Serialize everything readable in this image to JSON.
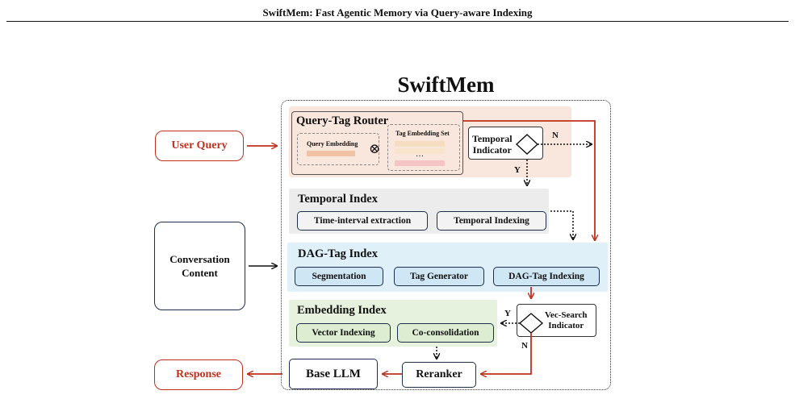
{
  "page_header": "SwiftMem: Fast Agentic Memory via Query-aware Indexing",
  "diagram": {
    "title": "SwiftMem",
    "inputs": {
      "user_query": "User Query",
      "conversation_line1": "Conversation",
      "conversation_line2": "Content",
      "response": "Response"
    },
    "router": {
      "label": "Query-Tag Router",
      "query_embedding": "Query Embedding",
      "op_symbol": "⊗",
      "tag_embedding_set": "Tag Embedding Set",
      "ellipsis": "…"
    },
    "temporal_indicator": {
      "line1": "Temporal",
      "line2": "Indicator",
      "yes": "Y",
      "no": "N"
    },
    "temporal_index": {
      "label": "Temporal Index",
      "steps": [
        "Time-interval extraction",
        "Temporal Indexing"
      ]
    },
    "dag_index": {
      "label": "DAG-Tag Index",
      "steps": [
        "Segmentation",
        "Tag Generator",
        "DAG-Tag Indexing"
      ]
    },
    "embedding_index": {
      "label": "Embedding Index",
      "steps": [
        "Vector Indexing",
        "Co-consolidation"
      ]
    },
    "vec_indicator": {
      "line1": "Vec-Search",
      "line2": "Indicator",
      "yes": "Y",
      "no": "N"
    },
    "reranker": "Reranker",
    "base_llm": "Base LLM",
    "colors": {
      "accent_red": "#c0301a",
      "navy": "#1c2e4a",
      "router_bg": "#f9e6dc",
      "temporal_bg": "#ececec",
      "dag_bg": "#dff0f8",
      "embedding_bg": "#e6f2de"
    }
  }
}
